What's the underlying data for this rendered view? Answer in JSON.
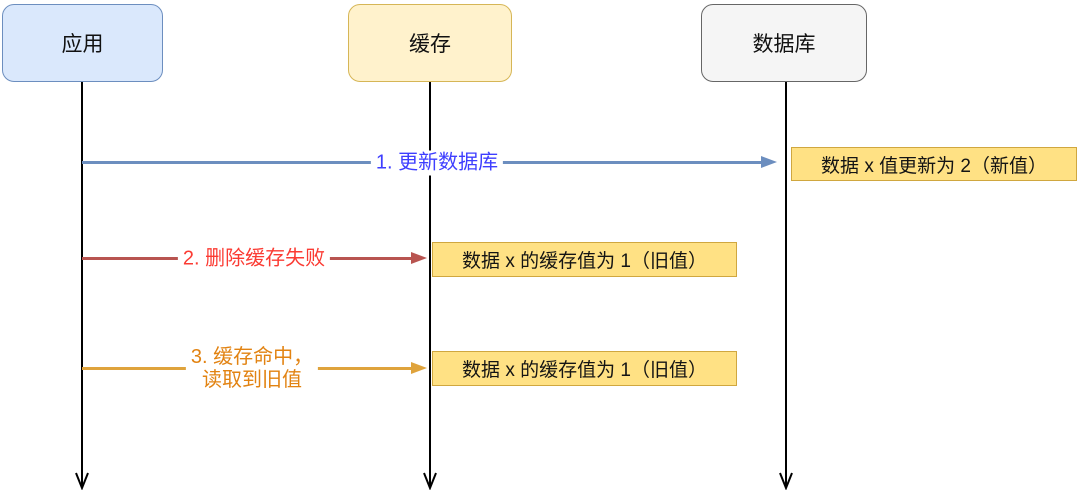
{
  "actors": [
    {
      "label": "应用"
    },
    {
      "label": "缓存"
    },
    {
      "label": "数据库"
    }
  ],
  "messages": [
    {
      "label": "1. 更新数据库"
    },
    {
      "label": "2. 删除缓存失败"
    },
    {
      "label_line1": "3. 缓存命中，",
      "label_line2": "读取到旧值"
    }
  ],
  "notes": [
    {
      "text": "数据 x 值更新为 2（新值）"
    },
    {
      "text": "数据 x 的缓存值为 1（旧值）"
    },
    {
      "text": "数据 x 的缓存值为 1（旧值）"
    }
  ],
  "colors": {
    "actor_app_fill": "#DAE8FC",
    "actor_app_border": "#6C8EBF",
    "actor_cache_fill": "#FFF2CC",
    "actor_cache_border": "#D6B656",
    "actor_db_fill": "#F5F5F5",
    "actor_db_border": "#666666",
    "msg1_line": "#6C8EBF",
    "msg1_text": "#3E3EFF",
    "msg2_line": "#B85450",
    "msg2_text": "#FB3B33",
    "msg3_line": "#DFA33C",
    "msg3_text": "#E28312",
    "note_fill": "#FFE184",
    "note_border": "#D0A73F",
    "lifeline": "#000000"
  }
}
